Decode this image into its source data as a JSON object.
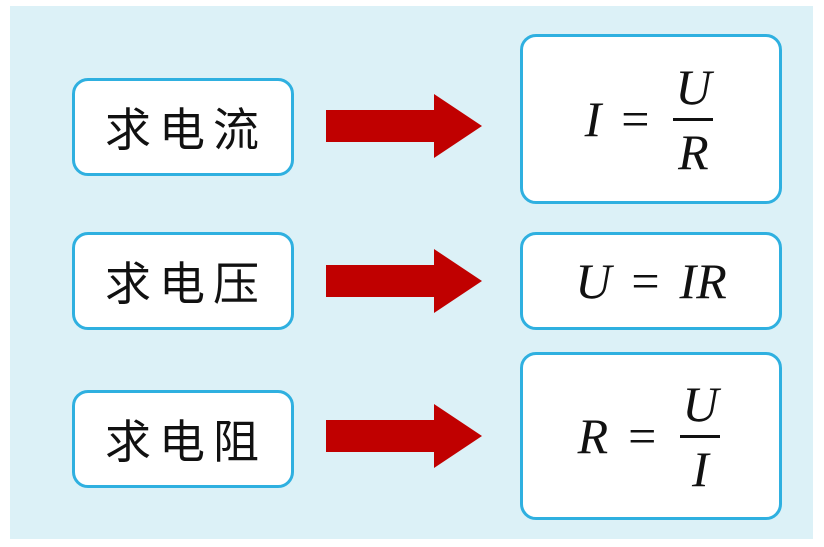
{
  "rows": [
    {
      "label": "求电流",
      "formula": {
        "lhs": "I",
        "op": "=",
        "numerator": "U",
        "denominator": "R"
      }
    },
    {
      "label": "求电压",
      "formula": {
        "lhs": "U",
        "op": "=",
        "rhs": "IR"
      }
    },
    {
      "label": "求电阻",
      "formula": {
        "lhs": "R",
        "op": "=",
        "numerator": "U",
        "denominator": "I"
      }
    }
  ],
  "colors": {
    "background": "#dcf1f7",
    "box_border": "#2fb0e0",
    "box_fill": "#ffffff",
    "arrow": "#c00000",
    "text": "#111111"
  },
  "icons": [
    "right-arrow-icon"
  ]
}
